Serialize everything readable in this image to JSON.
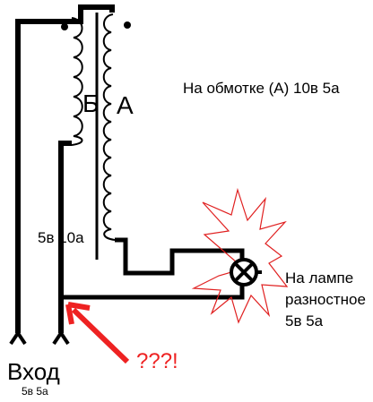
{
  "labels": {
    "winding_b": "Б",
    "winding_a": "А",
    "winding_a_note": "На обмотке (А) 10в 5а",
    "winding_b_note": "5в 10а",
    "lamp_note_line1": "На лампе",
    "lamp_note_line2": "разностное",
    "lamp_note_line3": "5в 5а",
    "input_label": "Вход",
    "input_note": "5в 5а",
    "question": "???!"
  },
  "colors": {
    "wire": "#000000",
    "burst": "#e02020",
    "arrow": "#ee2222",
    "question": "#ee2222"
  }
}
